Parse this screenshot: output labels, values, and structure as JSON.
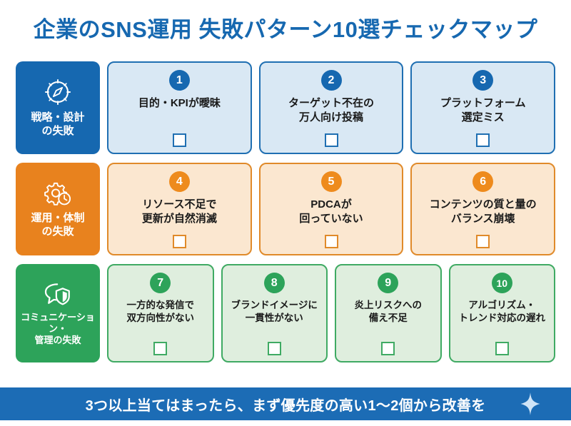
{
  "header": {
    "title": "企業のSNS運用 失敗パターン10選チェックマップ",
    "title_color": "#1668b0"
  },
  "colors": {
    "blue": "#1668b0",
    "orange": "#e8821e",
    "green": "#2da35a",
    "card_blue_fill": "#d9e8f4",
    "card_orange_fill": "#fbe7d0",
    "card_green_fill": "#dfeede",
    "footer_bg": "#1c6cb5",
    "background": "#ffffff"
  },
  "rows": [
    {
      "category": {
        "label": "戦略・設計\nの失敗",
        "icon": "compass-icon",
        "color": "#1668b0"
      },
      "cards": [
        {
          "number": "1",
          "text": "目的・KPIが曖昧",
          "checked": false
        },
        {
          "number": "2",
          "text": "ターゲット不在の\n万人向け投稿",
          "checked": false
        },
        {
          "number": "3",
          "text": "プラットフォーム\n選定ミス",
          "checked": false
        }
      ]
    },
    {
      "category": {
        "label": "運用・体制\nの失敗",
        "icon": "gear-clock-icon",
        "color": "#e8821e"
      },
      "cards": [
        {
          "number": "4",
          "text": "リソース不足で\n更新が自然消滅",
          "checked": false
        },
        {
          "number": "5",
          "text": "PDCAが\n回っていない",
          "checked": false
        },
        {
          "number": "6",
          "text": "コンテンツの質と量の\nバランス崩壊",
          "checked": false
        }
      ]
    },
    {
      "category": {
        "label": "コミュニケーション・\n管理の失敗",
        "icon": "speech-shield-icon",
        "color": "#2da35a"
      },
      "cards": [
        {
          "number": "7",
          "text": "一方的な発信で\n双方向性がない",
          "checked": false
        },
        {
          "number": "8",
          "text": "ブランドイメージに\n一貫性がない",
          "checked": false
        },
        {
          "number": "9",
          "text": "炎上リスクへの\n備え不足",
          "checked": false
        },
        {
          "number": "10",
          "text": "アルゴリズム・\nトレンド対応の遅れ",
          "checked": false
        }
      ]
    }
  ],
  "footer": {
    "text": "3つ以上当てはまったら、まず優先度の高い1〜2個から改善を",
    "icon": "sparkle-icon"
  }
}
